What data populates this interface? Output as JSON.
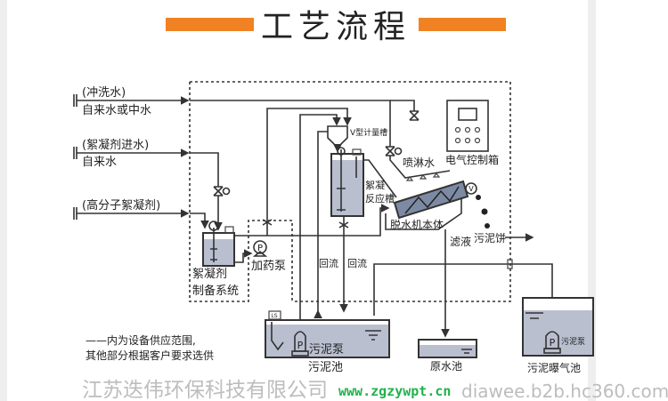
{
  "title": "工艺流程",
  "colors": {
    "accent": "#f08223",
    "water": "#b9bfcf",
    "watermark_green": "#22b24c",
    "watermark_gray": "#bdbdbd"
  },
  "inputs": [
    {
      "top": "(冲洗水)",
      "bottom": "自来水或中水"
    },
    {
      "top": "(絮凝剂进水)",
      "bottom": "自来水"
    },
    {
      "top": "(高分子絮凝剂)",
      "bottom": ""
    }
  ],
  "labels": {
    "v_tank": "V型计量槽",
    "reaction_tank_1": "絮凝",
    "reaction_tank_2": "反应槽",
    "spray": "喷淋水",
    "control_box": "电气控制箱",
    "dewater": "脱水机本体",
    "filtrate": "滤液",
    "cake": "污泥饼",
    "prep_1": "絮凝剂",
    "prep_2": "制备系统",
    "dosing_pump": "加药泵",
    "return_1": "回流",
    "return_2": "回流",
    "sludge_pump": "污泥泵",
    "sludge_tank": "污泥池",
    "raw_tank": "原水池",
    "aeration_pump": "污泥泵",
    "aeration_tank": "污泥曝气池",
    "pump_letter": "P",
    "ls": "LS",
    "motor": "V"
  },
  "legend": {
    "line1": "——内为设备供应范围,",
    "line2": "其他部分根据客户要求选供"
  },
  "watermark": {
    "company": "江苏迭伟环保科技有限公司",
    "url1": "www.zgzywpt.cn",
    "url2": "diawee.b2b.hc360.com"
  }
}
